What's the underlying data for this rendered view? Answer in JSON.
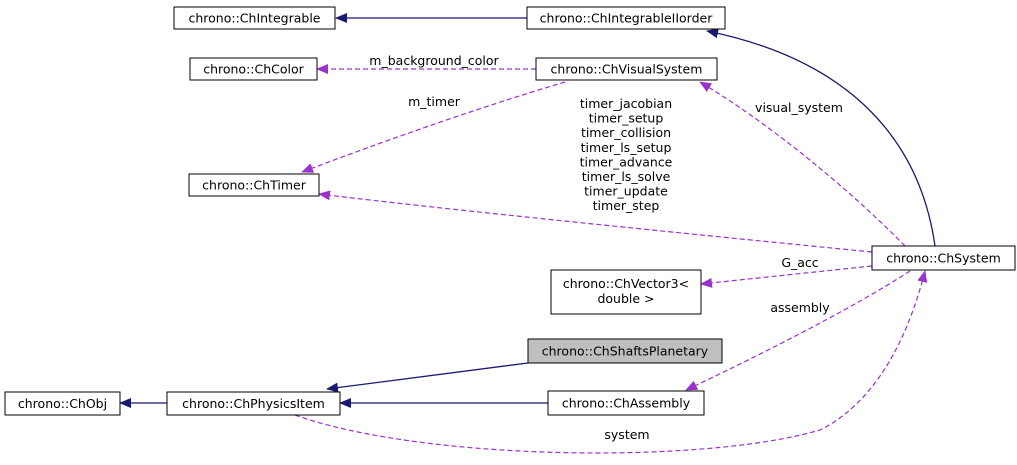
{
  "colors": {
    "node_fill": "#ffffff",
    "node_highlight_fill": "#bfbfbf",
    "node_border": "#000000",
    "inherit_edge": "#191970",
    "usage_edge": "#9a32cd"
  },
  "nodes": {
    "integrable": "chrono::ChIntegrable",
    "integrable_iiorder": "chrono::ChIntegrableIIorder",
    "color": "chrono::ChColor",
    "visual_system": "chrono::ChVisualSystem",
    "timer": "chrono::ChTimer",
    "system": "chrono::ChSystem",
    "vector3_line1": "chrono::ChVector3<",
    "vector3_line2": "double >",
    "shafts_planetary": "chrono::ChShaftsPlanetary",
    "obj": "chrono::ChObj",
    "physics_item": "chrono::ChPhysicsItem",
    "assembly": "chrono::ChAssembly"
  },
  "edge_labels": {
    "background_color": "m_background_color",
    "m_timer": "m_timer",
    "visual_system": "visual_system",
    "timers": [
      "timer_jacobian",
      "timer_setup",
      "timer_collision",
      "timer_ls_setup",
      "timer_advance",
      "timer_ls_solve",
      "timer_update",
      "timer_step"
    ],
    "g_acc": "G_acc",
    "assembly": "assembly",
    "system": "system"
  }
}
